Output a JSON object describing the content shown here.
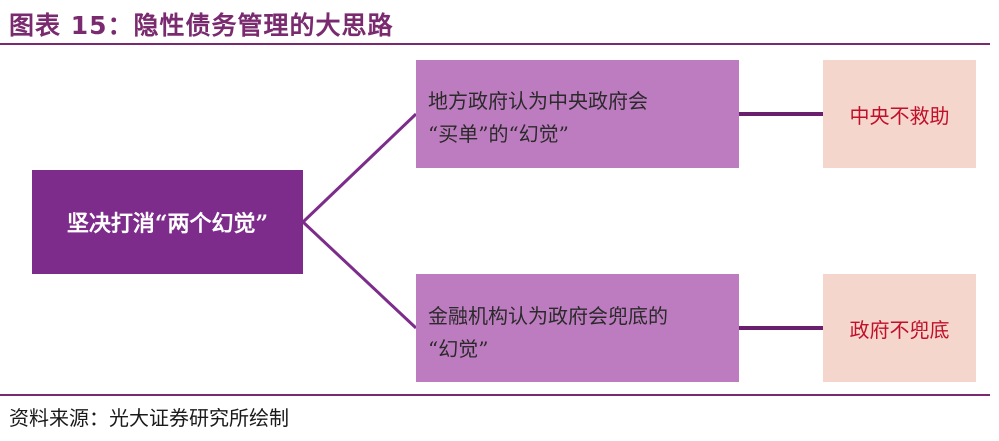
{
  "title": "图表 15：隐性债务管理的大思路",
  "diagram": {
    "root": "坚决打消“两个幻觉”",
    "branches": [
      {
        "line1": "地方政府认为中央政府会",
        "line2": "“买单”的“幻觉”",
        "outcome": "中央不救助"
      },
      {
        "line1": "金融机构认为政府会兜底的",
        "line2": "“幻觉”",
        "outcome": "政府不兜底"
      }
    ]
  },
  "source": "资料来源：光大证券研究所绘制",
  "colors": {
    "accent": "#7a2a6e",
    "root_fill": "#7d2c8b",
    "branch_fill": "#be7cc0",
    "outcome_fill": "#f5d6cc",
    "outcome_text": "#c0102a"
  }
}
